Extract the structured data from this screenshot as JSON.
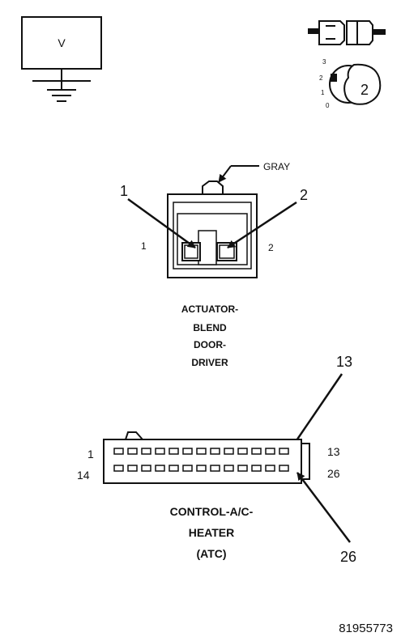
{
  "voltmeter": {
    "label": "V"
  },
  "key_switch": {
    "positions": [
      "3",
      "2",
      "1",
      "0"
    ],
    "key_number": "2"
  },
  "connector_top": {
    "color_label": "GRAY",
    "callout_left": "1",
    "callout_right": "2",
    "pin_left": "1",
    "pin_right": "2",
    "title_lines": [
      "ACTUATOR-",
      "BLEND",
      "DOOR-",
      "DRIVER"
    ]
  },
  "connector_bottom": {
    "callout_top": "13",
    "callout_bottom": "26",
    "row1_left": "1",
    "row1_right": "13",
    "row2_left": "14",
    "row2_right": "26",
    "pins_per_row": 13,
    "title_lines": [
      "CONTROL-A/C-",
      "HEATER",
      "(ATC)"
    ]
  },
  "figure_id": "81955773"
}
